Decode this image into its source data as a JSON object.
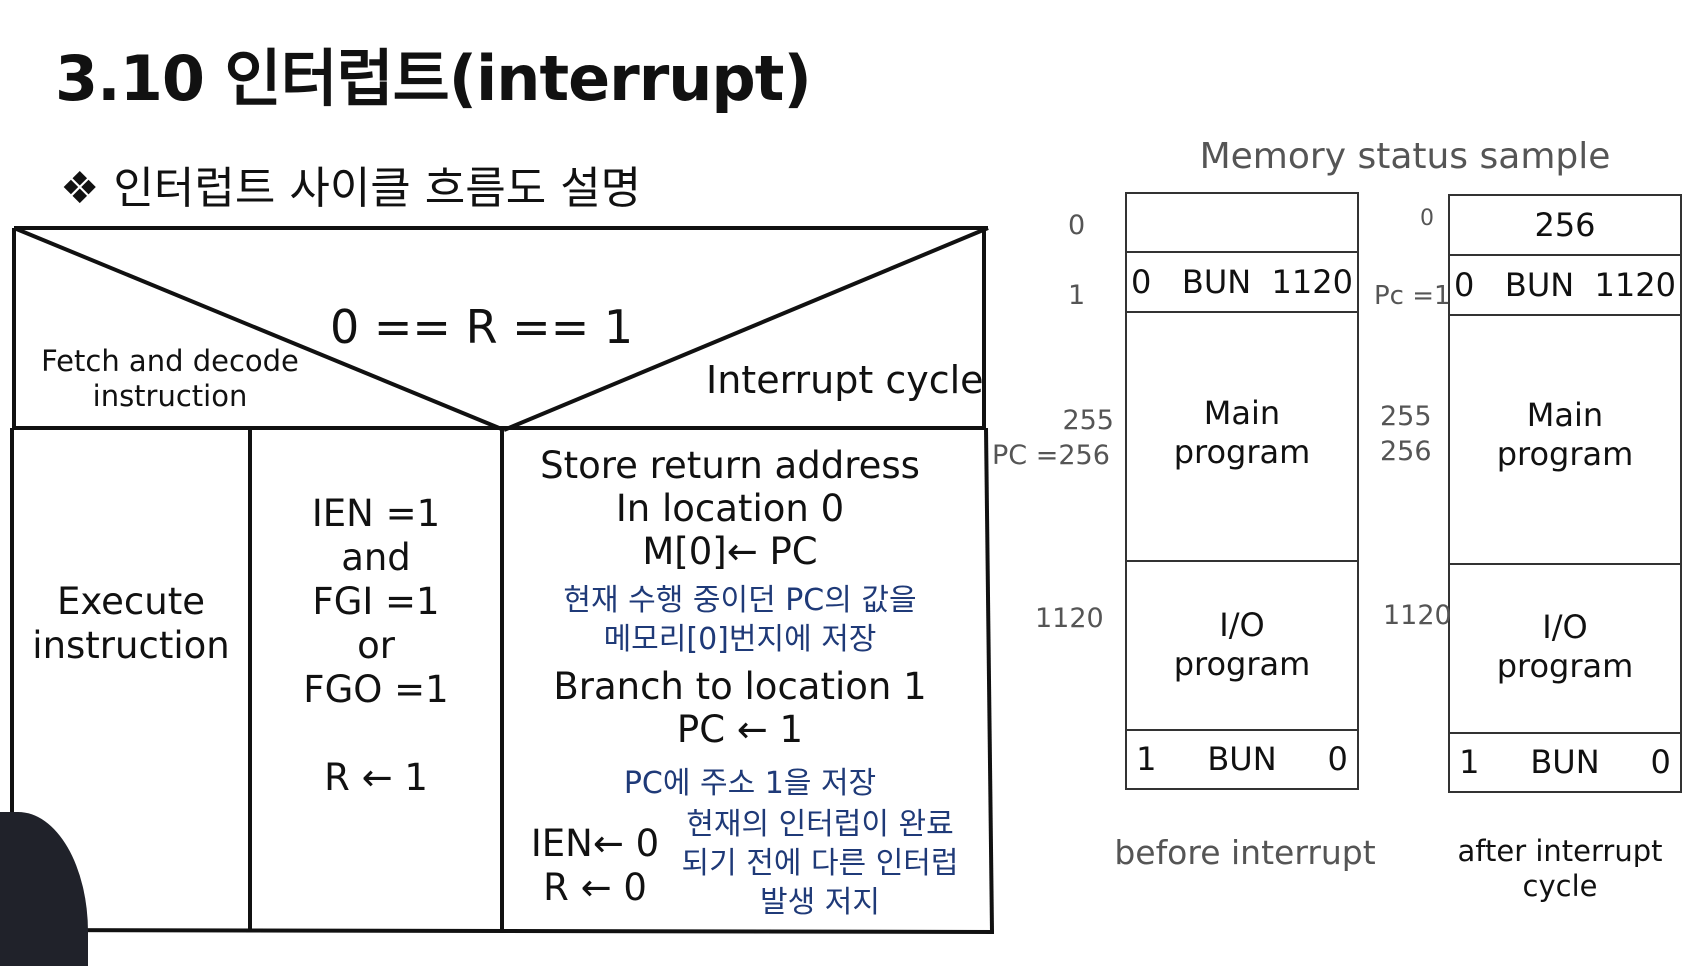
{
  "title": "3.10  인터럽트(interrupt)",
  "subtitle": "❖ 인터럽트 사이클 흐름도 설명",
  "flowchart": {
    "decision": "0  == R == 1",
    "left_branch": [
      "Fetch and decode",
      "instruction"
    ],
    "right_branch": "Interrupt cycle",
    "execute": [
      "Execute",
      "instruction"
    ],
    "condition": [
      "IEN =1",
      "and",
      "FGI =1",
      "or",
      "FGO =1",
      "",
      "R ← 1"
    ],
    "store": [
      "Store return address",
      "In location 0",
      "M[0]← PC"
    ],
    "store_note": [
      "현재  수행 중이던 PC의 값을",
      "메모리[0]번지에 저장"
    ],
    "branch": [
      "Branch to location 1",
      "PC ← 1"
    ],
    "branch_note": "PC에 주소 1을 저장",
    "reset": [
      "IEN← 0",
      "R ← 0"
    ],
    "reset_note": [
      "현재의 인터럽이 완료",
      "되기 전에 다른 인터럽",
      "발생 저지"
    ]
  },
  "memory": {
    "heading": "Memory status sample",
    "before": {
      "addr_labels": [
        "0",
        "1",
        "255",
        "PC =256",
        "1120"
      ],
      "cells": [
        "",
        "0   BUN  1120",
        "Main\nprogram",
        "I/O\nprogram",
        "1     BUN     0"
      ],
      "caption": "before interrupt"
    },
    "after": {
      "addr_labels": [
        "0",
        "Pc =1",
        "255",
        "256",
        "1120"
      ],
      "cells": [
        "256",
        "0   BUN  1120",
        "Main\nprogram",
        "I/O\nprogram",
        "1     BUN     0"
      ],
      "caption": [
        "after interrupt",
        "cycle"
      ]
    }
  }
}
